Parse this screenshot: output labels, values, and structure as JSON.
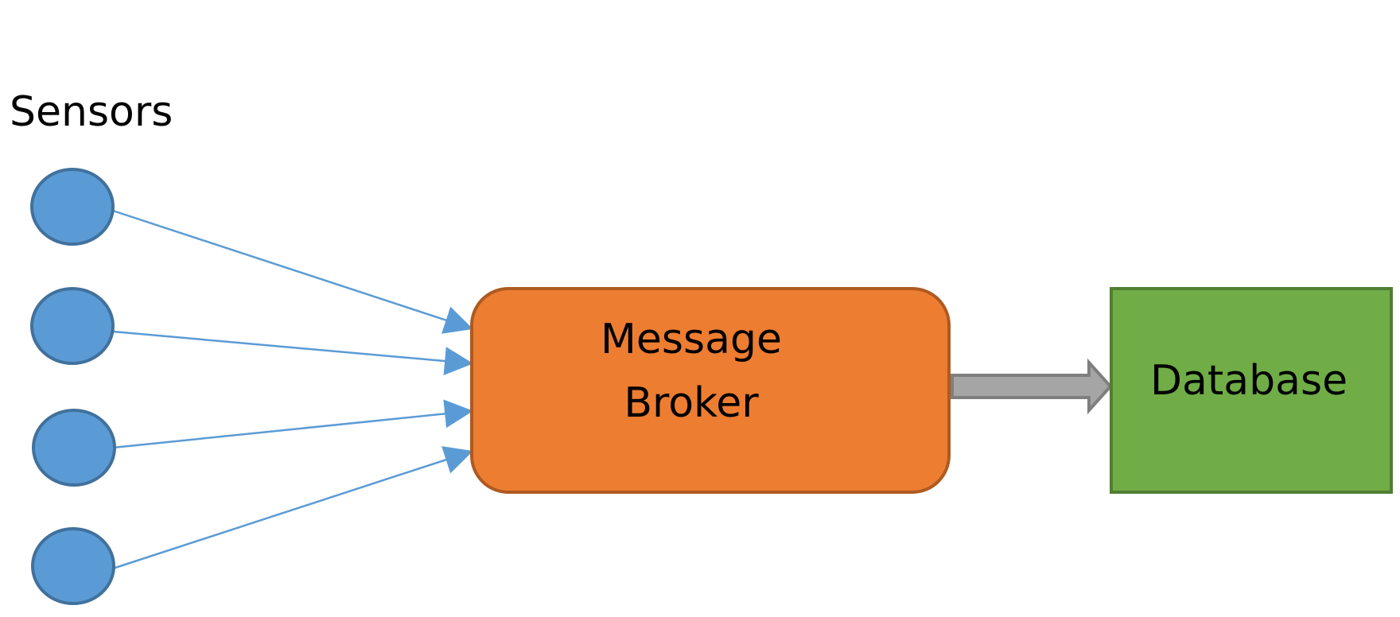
{
  "title": "Sensors",
  "nodes": {
    "sensors": [
      {
        "id": "sensor-1"
      },
      {
        "id": "sensor-2"
      },
      {
        "id": "sensor-3"
      },
      {
        "id": "sensor-4"
      }
    ],
    "broker": {
      "label_line1": "Message",
      "label_line2": "Broker"
    },
    "database": {
      "label": "Database"
    }
  },
  "edges": [
    {
      "from": "sensor-1",
      "to": "broker"
    },
    {
      "from": "sensor-2",
      "to": "broker"
    },
    {
      "from": "sensor-3",
      "to": "broker"
    },
    {
      "from": "sensor-4",
      "to": "broker"
    },
    {
      "from": "broker",
      "to": "database"
    }
  ],
  "colors": {
    "sensor_fill": "#5b9bd5",
    "sensor_stroke": "#41719c",
    "sensor_edge": "#5b9bd5",
    "broker_fill": "#ed7d31",
    "broker_stroke": "#ae5a21",
    "database_fill": "#70ad47",
    "database_stroke": "#507e32",
    "flow_arrow_fill": "#a5a5a5",
    "flow_arrow_stroke": "#7f7f7f"
  }
}
